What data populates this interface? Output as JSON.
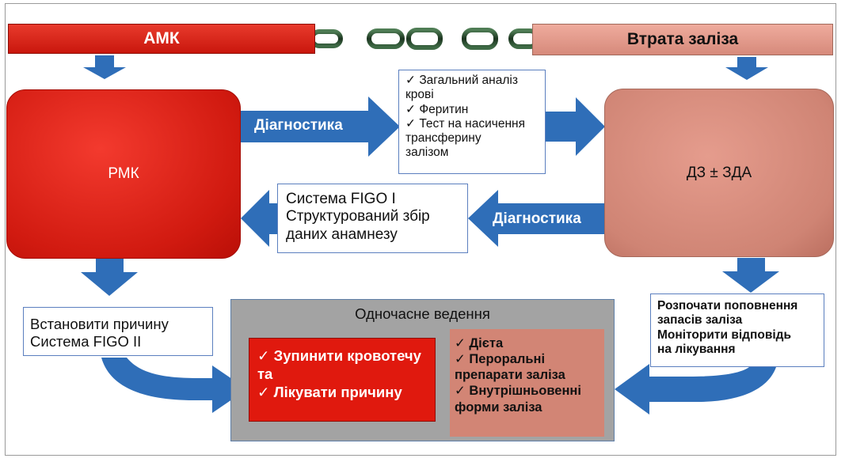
{
  "banners": {
    "left": "АМК",
    "right": "Втрата заліза"
  },
  "boxes": {
    "rmk": "РМК",
    "dz": "ДЗ ± ЗДА"
  },
  "arrows": {
    "diagnostics_top": "Діагностика",
    "diagnostics_bottom": "Діагностика"
  },
  "tests": {
    "check": "✓",
    "lines": [
      "Загальний аналіз",
      "крові",
      "Феритин",
      "Тест на насичення",
      "трансферину",
      "залізом"
    ]
  },
  "figo1": {
    "lines": [
      "Система FIGO I",
      "Структурований збір",
      "даних анамнезу"
    ]
  },
  "figo2": {
    "lines": [
      "Встановити причину",
      "Система FIGO II"
    ]
  },
  "replenish": {
    "lines": [
      "Розпочати поповнення",
      "запасів заліза",
      "Моніторити відповідь",
      "на лікування"
    ]
  },
  "management": {
    "title": "Одночасне ведення",
    "stop": {
      "check": "✓",
      "lines": [
        "Зупинити кровотечу",
        "та",
        "Лікувати причину"
      ]
    },
    "diet": {
      "check": "✓",
      "lines": [
        "Дієта",
        "Пероральні",
        "препарати заліза",
        "Внутрішньовенні",
        "форми заліза"
      ]
    }
  },
  "colors": {
    "arrow_blue": "#2f6eb8",
    "amk_red": "#d11a10",
    "loss_salmon": "#d68a7b",
    "chain_green": "#1f3a22"
  }
}
